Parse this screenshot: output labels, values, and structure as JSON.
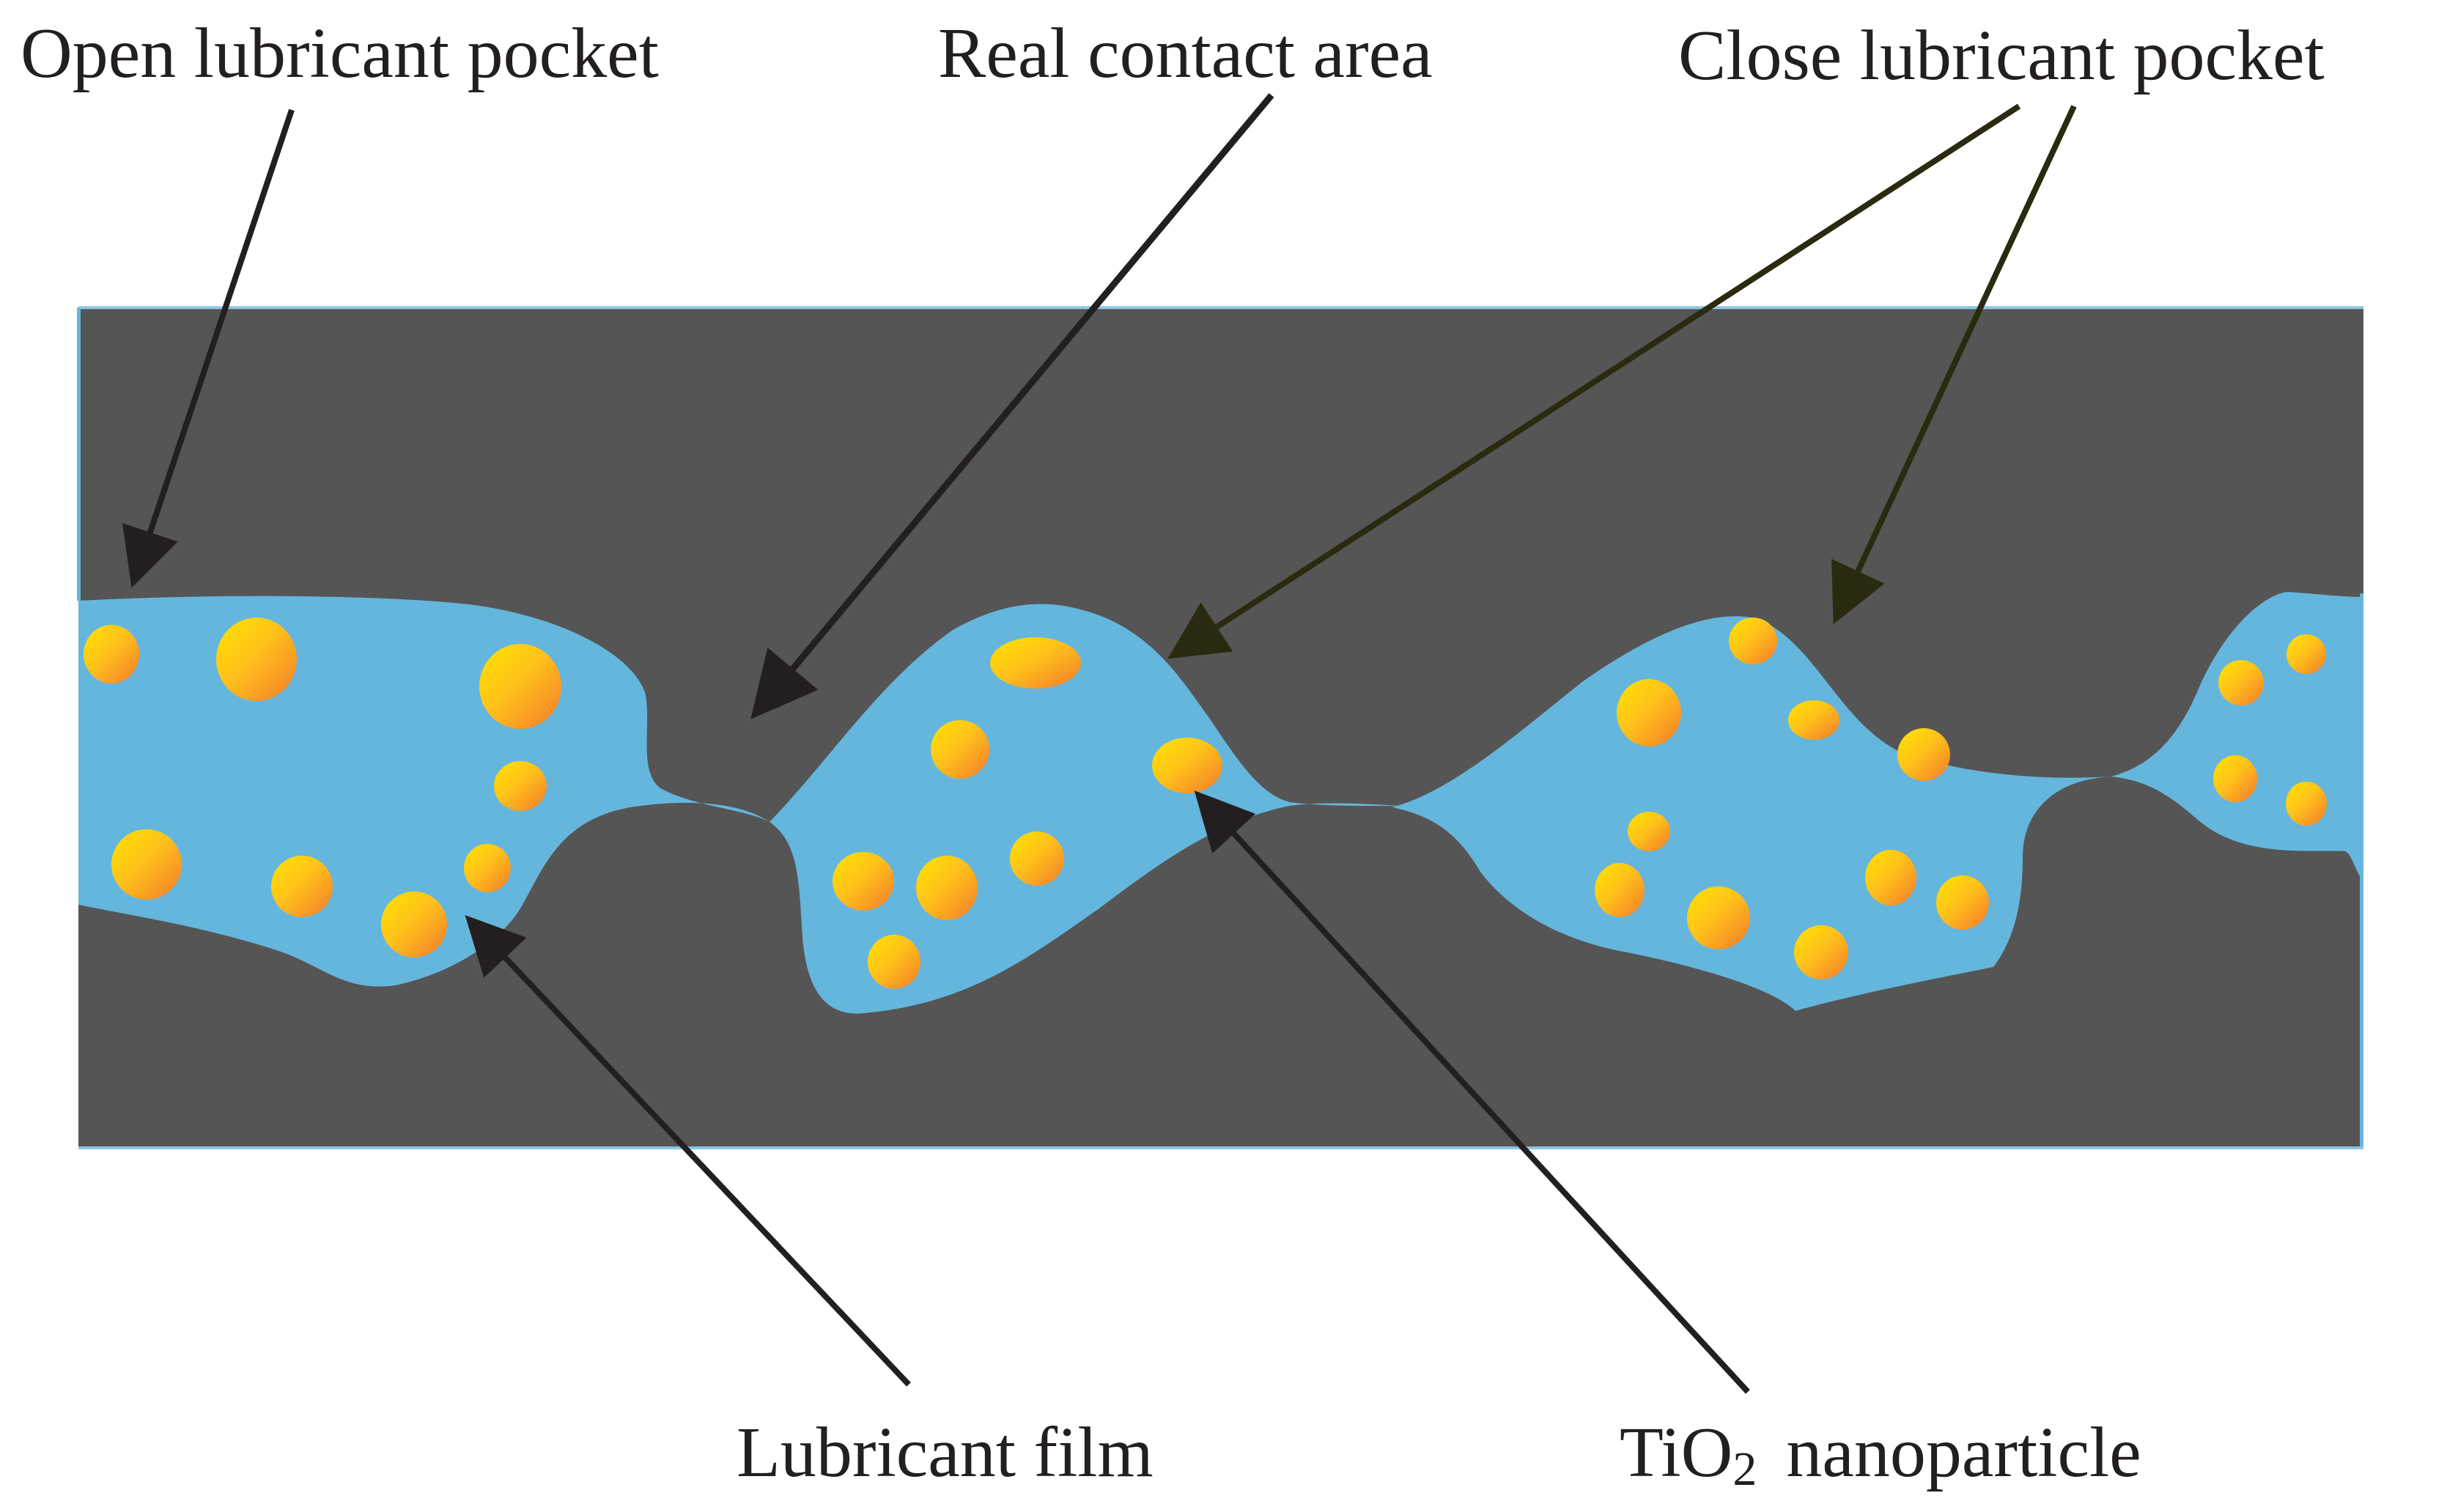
{
  "labels": {
    "open_pocket": "Open lubricant pocket",
    "real_contact": "Real contact area",
    "close_pocket": "Close lubricant pocket",
    "lubricant_film": "Lubricant film",
    "tio2_main": "TiO",
    "tio2_sub": "2",
    "tio2_rest": "nanoparticle"
  },
  "colors": {
    "surface": "#555555",
    "lubricant": "#65b6dd",
    "particle_light": "#ffe000",
    "particle_dark": "#f5832a",
    "arrow": "#231f20",
    "arrow_olive": "#2a2a10"
  }
}
